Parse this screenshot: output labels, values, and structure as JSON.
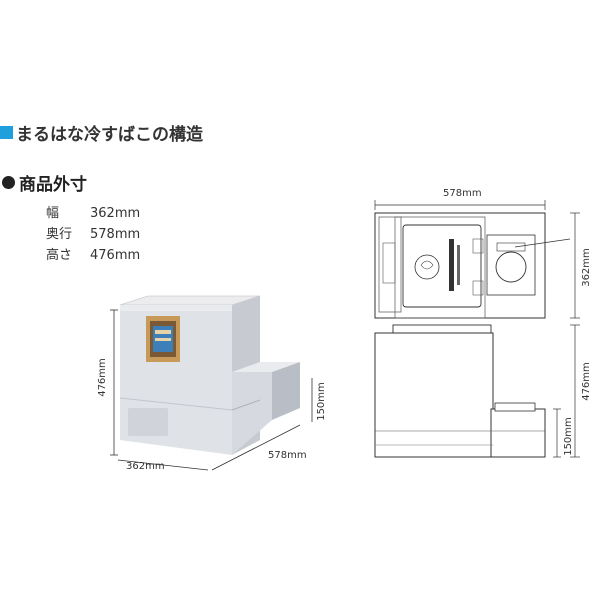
{
  "section_title": "まるはな冷すばこの構造",
  "sub_title": "商品外寸",
  "specs": [
    {
      "label": "幅",
      "value": "362mm"
    },
    {
      "label": "奥行",
      "value": "578mm"
    },
    {
      "label": "高さ",
      "value": "476mm"
    }
  ],
  "photo_dims": {
    "height": "476mm",
    "width": "362mm",
    "depth": "578mm",
    "step": "150mm"
  },
  "drawing_dims": {
    "top_width": "578mm",
    "top_depth": "362mm",
    "side_height": "476mm",
    "side_step": "150mm"
  },
  "colors": {
    "accent_blue": "#1fa0dc",
    "box_light": "#e6e8ec",
    "box_mid": "#d3d6dc",
    "box_dark": "#bcc0c7",
    "wood": "#c89a5a"
  },
  "icons": [
    "square-bullet-icon",
    "circle-bullet-icon",
    "box-photo-illustration",
    "top-view-drawing",
    "side-view-drawing"
  ]
}
